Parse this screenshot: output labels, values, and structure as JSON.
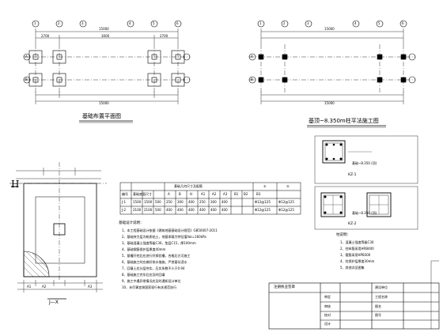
{
  "plan_left": {
    "title": "基础布置平面图",
    "grid_letters": [
      "A",
      "B"
    ],
    "grid_numbers": [
      "1",
      "2",
      "3",
      "4",
      "5",
      "6"
    ],
    "dim_total": "15000",
    "dim_spans": [
      "2700",
      "3000",
      "2700"
    ]
  },
  "plan_right": {
    "title": "基顶~8.350m柱平法施工图",
    "grid_letters": [
      "A",
      "B"
    ],
    "grid_numbers": [
      "1",
      "2",
      "3",
      "4",
      "5",
      "6"
    ],
    "dim_total": "15000"
  },
  "column_details": {
    "kz1": "KZ-1",
    "kz2": "KZ-2",
    "kz1_range": "基础~8.350 (顶)",
    "kz2_range": "基础~8.350 (顶)"
  },
  "foundation_detail": {
    "label_h": "H",
    "section": "J—X",
    "dim_a": [
      "A1",
      "A2",
      "A3"
    ]
  },
  "table": {
    "title": "基础几何尺寸及配筋",
    "headers": [
      "编号",
      "基础底面尺寸",
      "A",
      "B",
      "H",
      "A1",
      "A2",
      "A3",
      "B1",
      "B2",
      "B3",
      "①",
      "②"
    ],
    "rows": [
      [
        "J-1",
        "1500",
        "1500",
        "500",
        "250",
        "300",
        "400",
        "250",
        "300",
        "400",
        "Φ12@125",
        "Φ12@125"
      ],
      [
        "J-2",
        "2100",
        "2100",
        "500",
        "400",
        "400",
        "400",
        "400",
        "400",
        "400",
        "Φ12@125",
        "Φ12@125"
      ]
    ]
  },
  "notes": {
    "title": "基础设计说明：",
    "items": [
      "1、本工程基础设计依据《建筑地基基础设计规范》GB50007-2011",
      "2、基础持力层为粉质粘土，地基承载力特征值fak=160kPa",
      "3、基础混凝土强度等级C30，垫层C15，厚100mm",
      "4、基础钢筋保护层厚度40mm",
      "5、基槽开挖后应进行钎探验槽，合格后方可施工",
      "6、基础施工时应做好排水措施，严禁基坑浸水",
      "7、回填土应分层夯实，压实系数不小于0.94",
      "8、基础施工完毕后应及时回填",
      "9、施工中遇异常情况应及时通知设计单位",
      "10、未尽事宜按国家现行有关规范执行"
    ]
  },
  "right_notes": {
    "title": "柱说明：",
    "items": [
      "1、混凝土强度等级C30",
      "2、柱纵筋采用HRB400",
      "3、箍筋采用HPB300",
      "4、柱保护层厚度30mm",
      "5、其他详见图集"
    ]
  },
  "title_block": {
    "cert": "注册执业签章",
    "rows": [
      "审定",
      "审核",
      "校对",
      "设计"
    ],
    "right": [
      "建设单位",
      "工程名称",
      "图名",
      "图号"
    ]
  }
}
